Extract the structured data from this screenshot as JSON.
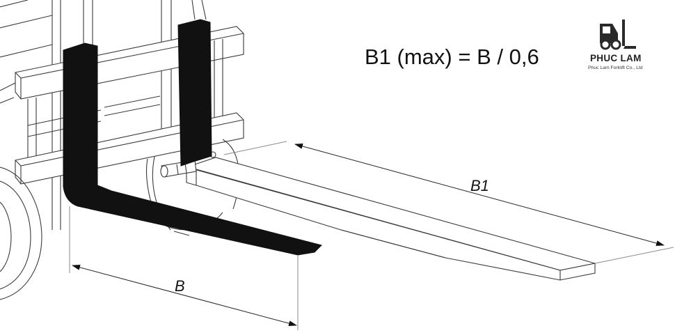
{
  "formula": "B1 (max) = B / 0,6",
  "dimensions": {
    "b_label": "B",
    "b1_label": "B1"
  },
  "logo": {
    "name": "PHUC LAM",
    "tagline": "Phuc Lam Forklift Co., Ltd",
    "icon": "forklift-icon"
  },
  "colors": {
    "ink": "#111111",
    "line": "#3a3a3a",
    "background": "#ffffff"
  }
}
